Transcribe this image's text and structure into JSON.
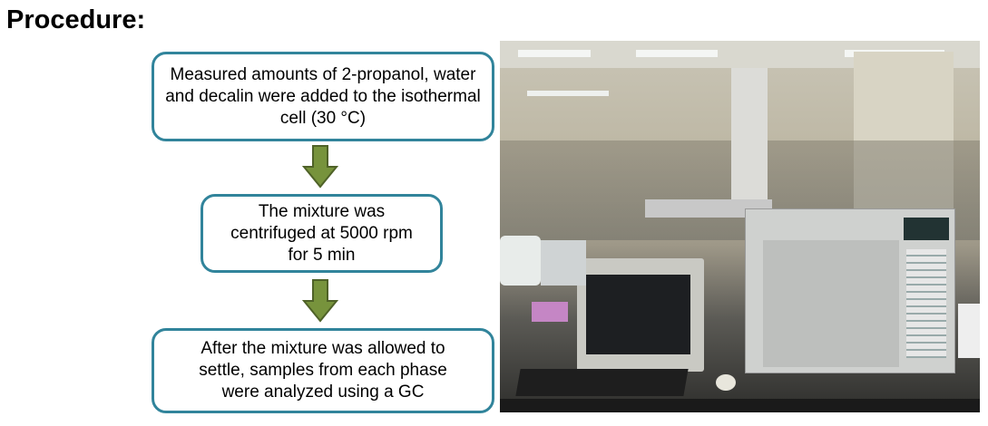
{
  "slide": {
    "title": "Procedure:",
    "steps": [
      "Measured amounts of 2-propanol, water and decalin were added to the isothermal cell (30 °C)",
      "The mixture was centrifuged at 5000 rpm for 5 min",
      "After the mixture was allowed to settle, samples from each phase were analyzed using a GC"
    ],
    "colors": {
      "box_border": "#31849B",
      "arrow_fill": "#77933C",
      "arrow_stroke": "#4F6228"
    }
  }
}
